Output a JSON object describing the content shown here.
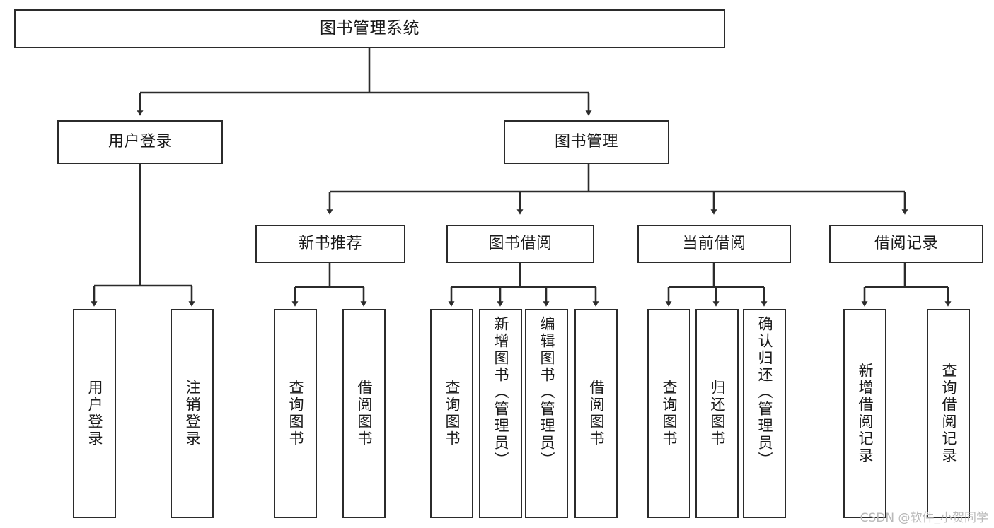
{
  "diagram": {
    "type": "tree-hierarchy-chart",
    "title": "图书管理系统",
    "watermark": "CSDN @软件_小贺同学",
    "colors": {
      "box_border": "#2b2b2b",
      "box_fill": "#ffffff",
      "connector": "#2b2b2b",
      "text": "#1a1a1a",
      "watermark": "#b9b9b9",
      "background": "#ffffff"
    },
    "nodes": {
      "root": {
        "label": "图书管理系统"
      },
      "level2": [
        {
          "label": "用户登录"
        },
        {
          "label": "图书管理"
        }
      ],
      "level3": [
        {
          "label": "新书推荐"
        },
        {
          "label": "图书借阅"
        },
        {
          "label": "当前借阅"
        },
        {
          "label": "借阅记录"
        }
      ],
      "leaves_user_login": [
        {
          "label": "用户登录"
        },
        {
          "label": "注销登录"
        }
      ],
      "leaves_new_book": [
        {
          "label": "查询图书"
        },
        {
          "label": "借阅图书"
        }
      ],
      "leaves_borrow": [
        {
          "label": "查询图书"
        },
        {
          "label": "新增图书（管理员）"
        },
        {
          "label": "编辑图书（管理员）"
        },
        {
          "label": "借阅图书"
        }
      ],
      "leaves_current": [
        {
          "label": "查询图书"
        },
        {
          "label": "归还图书"
        },
        {
          "label": "确认归还（管理员）"
        }
      ],
      "leaves_record": [
        {
          "label": "新增借阅记录"
        },
        {
          "label": "查询借阅记录"
        }
      ]
    }
  }
}
